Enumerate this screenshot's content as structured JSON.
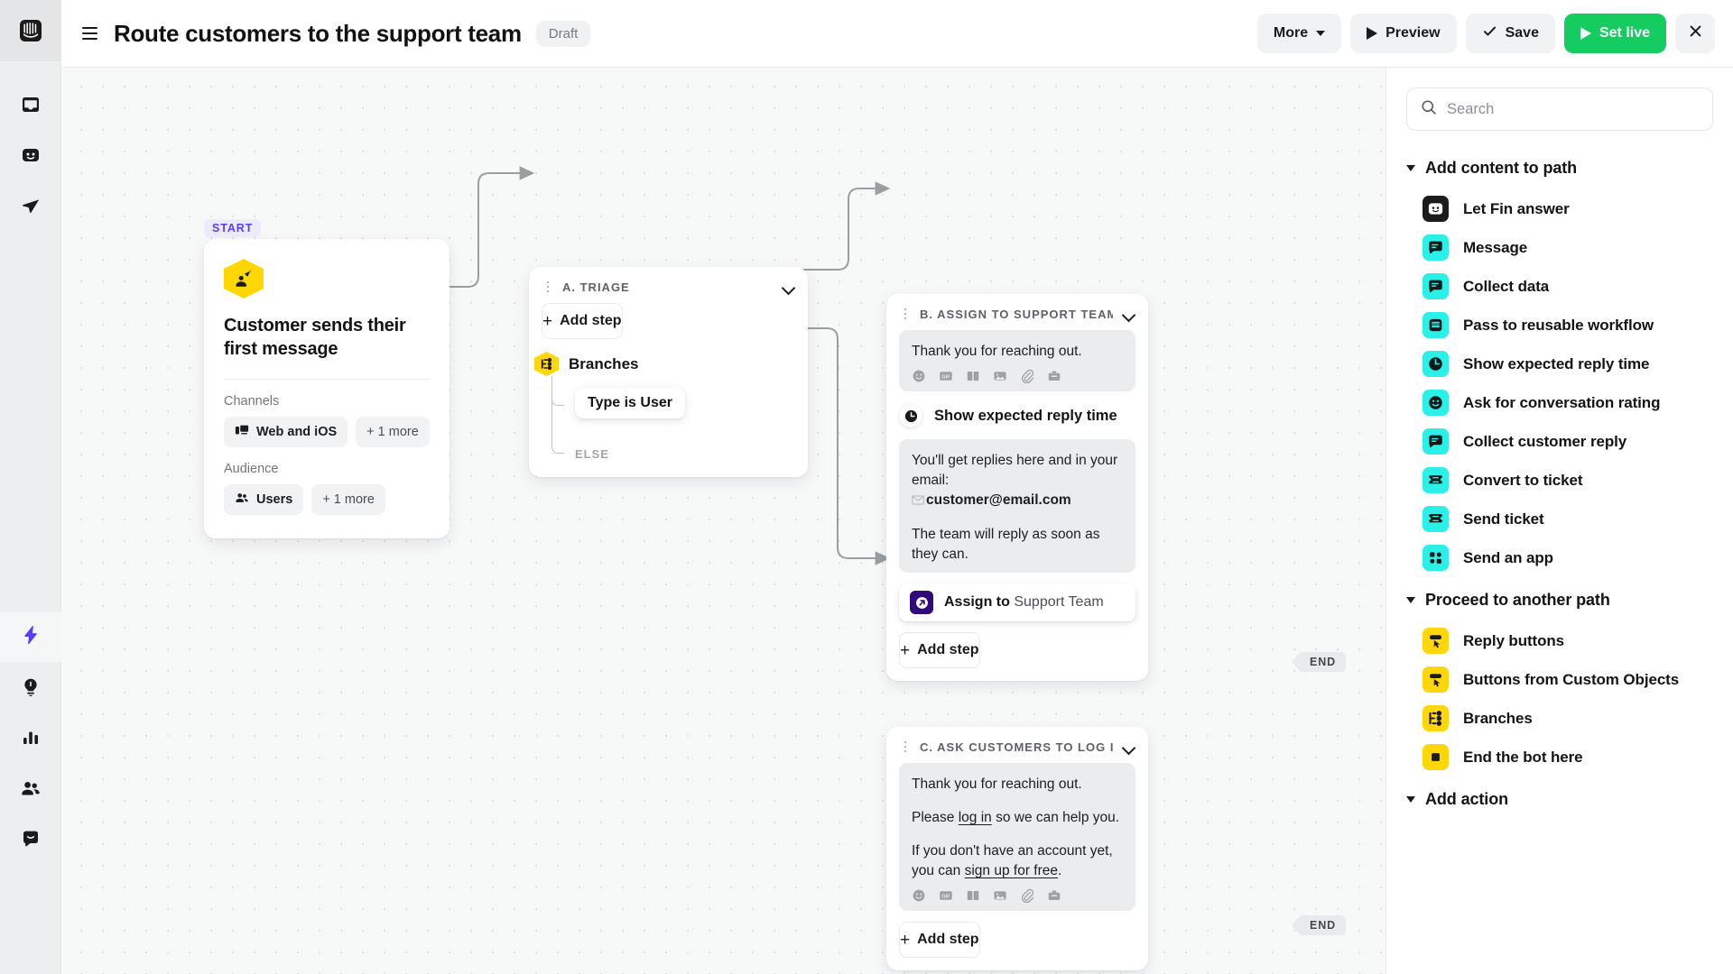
{
  "app": {
    "brand_icon": "intercom-logo-icon",
    "accent_purple": "#5b3df5",
    "accent_green": "#14cc60",
    "accent_yellow": "#ffd60a",
    "accent_cyan": "#2bf0e8",
    "rail_items": [
      {
        "name": "inbox",
        "icon": "inbox-icon",
        "active": false
      },
      {
        "name": "fin",
        "icon": "fin-smiley-icon",
        "active": false
      },
      {
        "name": "outbound",
        "icon": "paper-plane-icon",
        "active": false
      },
      {
        "name": "automation",
        "icon": "lightning-bolt-icon",
        "active": true
      },
      {
        "name": "knowledge",
        "icon": "lightbulb-icon",
        "active": false
      },
      {
        "name": "reports",
        "icon": "bar-chart-icon",
        "active": false
      },
      {
        "name": "contacts",
        "icon": "people-icon",
        "active": false
      },
      {
        "name": "messenger",
        "icon": "messenger-chat-icon",
        "active": false
      }
    ]
  },
  "topbar": {
    "menu_icon": "hamburger-icon",
    "title": "Route customers to the support team",
    "status_badge": "Draft",
    "more_label": "More",
    "preview_label": "Preview",
    "save_label": "Save",
    "setlive_label": "Set live",
    "close_icon": "close-icon"
  },
  "canvas": {
    "start": {
      "tag": "START",
      "icon": "audience-rocket-icon",
      "title": "Customer sends their first message",
      "channels_label": "Channels",
      "channels": [
        {
          "label": "Web and iOS",
          "icon": "devices-icon"
        },
        {
          "label": "+ 1 more",
          "icon": ""
        }
      ],
      "audience_label": "Audience",
      "audience": [
        {
          "label": "Users",
          "icon": "people-icon"
        },
        {
          "label": "+ 1 more",
          "icon": ""
        }
      ]
    },
    "triage": {
      "name": "A. TRIAGE",
      "add_step": "Add step",
      "branches_label": "Branches",
      "branches_icon": "branches-icon",
      "condition": "Type is User",
      "else_label": "ELSE"
    },
    "assign": {
      "name": "B. ASSIGN TO SUPPORT TEAM",
      "bubble1": "Thank you for reaching out.",
      "step_label": "Show expected reply time",
      "step_icon": "clock-icon",
      "bubble2_line1": "You'll get replies here and in your email:",
      "bubble2_email": "customer@email.com",
      "bubble2_email_icon": "envelope-icon",
      "bubble2_line2": "The team will reply as soon as they can.",
      "assign_prefix": "Assign to",
      "assign_target": "Support Team",
      "assign_icon": "assign-arrow-icon",
      "add_step": "Add step",
      "end_label": "END"
    },
    "askin": {
      "name": "C. ASK CUSTOMERS TO LOG IN",
      "line1": "Thank you for reaching out.",
      "line2_pre": "Please ",
      "line2_link": "log in",
      "line2_post": " so we can help you.",
      "line3_pre": "If you don't have an account yet, you can ",
      "line3_link": "sign up for free",
      "line3_post": ".",
      "add_step": "Add step",
      "end_label": "END"
    },
    "bubble_tools": [
      "emoji-icon",
      "gif-icon",
      "article-icon",
      "image-icon",
      "attachment-icon",
      "saved-reply-icon"
    ]
  },
  "rpanel": {
    "search_placeholder": "Search",
    "search_value": "",
    "search_icon": "search-icon",
    "groups": [
      {
        "title": "Add content to path",
        "expanded": true,
        "items": [
          {
            "label": "Let Fin answer",
            "icon": "fin-smiley-icon",
            "color": "#1c1c1c",
            "glyph": "fin"
          },
          {
            "label": "Message",
            "icon": "message-icon",
            "color": "#2bf0e8",
            "glyph": "chat"
          },
          {
            "label": "Collect data",
            "icon": "message-icon",
            "color": "#2bf0e8",
            "glyph": "chat"
          },
          {
            "label": "Pass to reusable workflow",
            "icon": "workflow-icon",
            "color": "#2bf0e8",
            "glyph": "workflow"
          },
          {
            "label": "Show expected reply time",
            "icon": "clock-icon",
            "color": "#2bf0e8",
            "glyph": "clock"
          },
          {
            "label": "Ask for conversation rating",
            "icon": "smiley-rating-icon",
            "color": "#2bf0e8",
            "glyph": "smiley"
          },
          {
            "label": "Collect customer reply",
            "icon": "message-icon",
            "color": "#2bf0e8",
            "glyph": "chat"
          },
          {
            "label": "Convert to ticket",
            "icon": "ticket-icon",
            "color": "#2bf0e8",
            "glyph": "ticket"
          },
          {
            "label": "Send ticket",
            "icon": "ticket-icon",
            "color": "#2bf0e8",
            "glyph": "ticket"
          },
          {
            "label": "Send an app",
            "icon": "apps-grid-icon",
            "color": "#2bf0e8",
            "glyph": "apps"
          }
        ]
      },
      {
        "title": "Proceed to another path",
        "expanded": true,
        "items": [
          {
            "label": "Reply buttons",
            "icon": "reply-buttons-icon",
            "color": "#ffd60a",
            "glyph": "cursor"
          },
          {
            "label": "Buttons from Custom Objects",
            "icon": "reply-buttons-icon",
            "color": "#ffd60a",
            "glyph": "cursor"
          },
          {
            "label": "Branches",
            "icon": "branches-icon",
            "color": "#ffd60a",
            "glyph": "branch"
          },
          {
            "label": "End the bot here",
            "icon": "stop-square-icon",
            "color": "#ffd60a",
            "glyph": "stop"
          }
        ]
      },
      {
        "title": "Add action",
        "expanded": true,
        "items": []
      }
    ]
  }
}
